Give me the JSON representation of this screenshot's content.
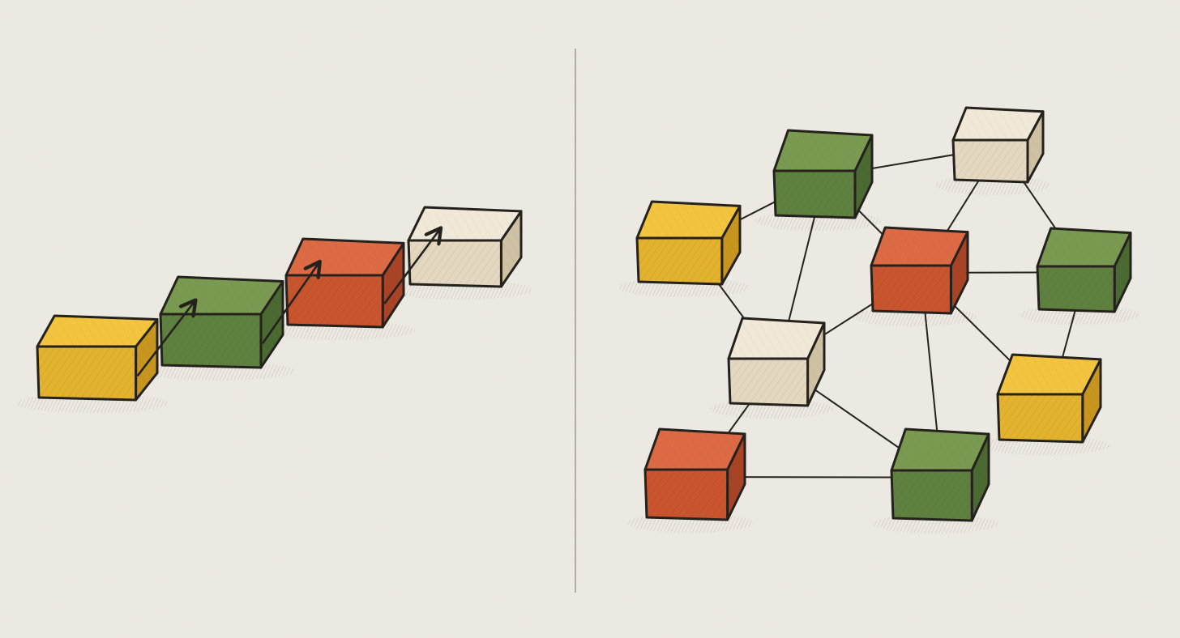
{
  "palette": {
    "paper": "#efebe5",
    "outline": "#25221e",
    "divider": "#9a958d",
    "yellow": {
      "top": "#f2c440",
      "front": "#e3b22e",
      "side": "#c8961e"
    },
    "green": {
      "top": "#7a9a52",
      "front": "#5f8140",
      "side": "#4b6a31"
    },
    "red": {
      "top": "#dc6a45",
      "front": "#c9552f",
      "side": "#a94326"
    },
    "cream": {
      "top": "#f1e9d8",
      "front": "#e4d8c0",
      "side": "#cfc1a4"
    }
  },
  "panels": [
    {
      "name": "sequential-chain",
      "blocks": [
        {
          "id": "chain-yellow",
          "color": "yellow"
        },
        {
          "id": "chain-green",
          "color": "green"
        },
        {
          "id": "chain-red",
          "color": "red"
        },
        {
          "id": "chain-cream",
          "color": "cream"
        }
      ],
      "arrows": [
        [
          "chain-yellow",
          "chain-green"
        ],
        [
          "chain-green",
          "chain-red"
        ],
        [
          "chain-red",
          "chain-cream"
        ]
      ]
    },
    {
      "name": "network-graph",
      "blocks": [
        {
          "id": "net-green-top",
          "color": "green"
        },
        {
          "id": "net-cream-top",
          "color": "cream"
        },
        {
          "id": "net-yellow-left",
          "color": "yellow"
        },
        {
          "id": "net-red-center",
          "color": "red"
        },
        {
          "id": "net-green-right",
          "color": "green"
        },
        {
          "id": "net-cream-mid",
          "color": "cream"
        },
        {
          "id": "net-yellow-right",
          "color": "yellow"
        },
        {
          "id": "net-red-bottom",
          "color": "red"
        },
        {
          "id": "net-green-bottom",
          "color": "green"
        }
      ],
      "edges": [
        [
          "net-yellow-left",
          "net-green-top"
        ],
        [
          "net-green-top",
          "net-cream-top"
        ],
        [
          "net-green-top",
          "net-red-center"
        ],
        [
          "net-green-top",
          "net-cream-mid"
        ],
        [
          "net-cream-top",
          "net-red-center"
        ],
        [
          "net-cream-top",
          "net-green-right"
        ],
        [
          "net-yellow-left",
          "net-cream-mid"
        ],
        [
          "net-red-center",
          "net-green-right"
        ],
        [
          "net-red-center",
          "net-cream-mid"
        ],
        [
          "net-red-center",
          "net-yellow-right"
        ],
        [
          "net-red-center",
          "net-green-bottom"
        ],
        [
          "net-green-right",
          "net-yellow-right"
        ],
        [
          "net-cream-mid",
          "net-red-bottom"
        ],
        [
          "net-cream-mid",
          "net-green-bottom"
        ],
        [
          "net-red-bottom",
          "net-green-bottom"
        ]
      ]
    }
  ]
}
